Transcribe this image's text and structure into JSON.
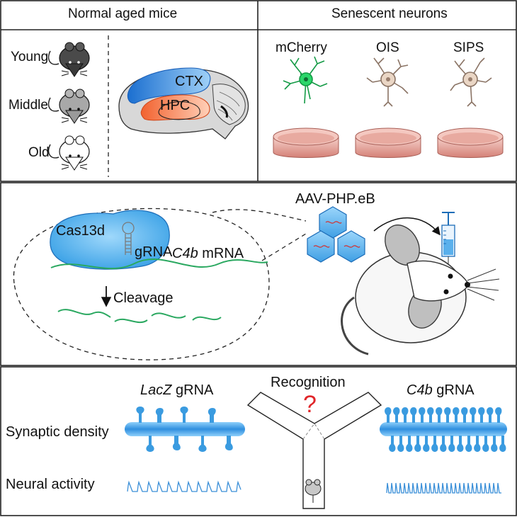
{
  "panel_top_left": {
    "header": "Normal aged mice",
    "ages": [
      "Young",
      "Middle",
      "Old"
    ],
    "regions": {
      "ctx": "CTX",
      "hpc": "HPC"
    }
  },
  "panel_top_right": {
    "header": "Senescent neurons",
    "conditions": [
      "mCherry",
      "OIS",
      "SIPS"
    ]
  },
  "panel_middle": {
    "enzyme": "Cas13d",
    "guide": "gRNA",
    "target_gene": "C4b",
    "target_suffix": " mRNA",
    "cleavage": "Cleavage",
    "vector": "AAV-PHP.eB"
  },
  "panel_bottom": {
    "left_gene": "LacZ",
    "right_gene": "C4b",
    "grna_suffix": " gRNA",
    "test": "Recognition",
    "question_mark": "?",
    "rows": [
      "Synaptic density",
      "Neural activity"
    ]
  },
  "colors": {
    "ctx_blue": "#2f7fd6",
    "hpc_orange": "#f07a52",
    "mcherry_green": "#2bd66a",
    "dish_red": "#d98c84",
    "rna_green": "#2aa860",
    "dendrite_blue": "#3a9be0",
    "question_red": "#e0262a",
    "trace_blue": "#3a8fd8"
  }
}
